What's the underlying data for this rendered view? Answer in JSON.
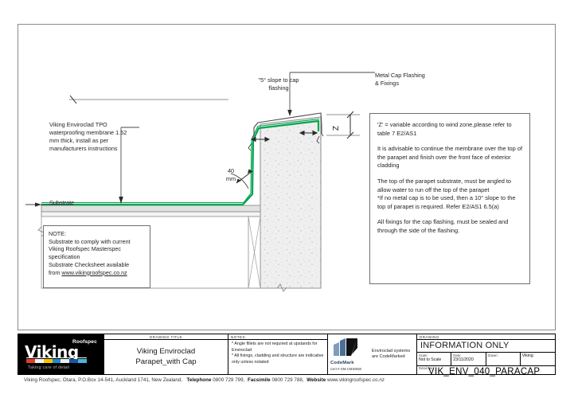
{
  "sheet": {
    "background": "#ffffff",
    "border_color": "#8a8a8a"
  },
  "labels": {
    "membrane": "Viking Enviroclad TPO\nwaterproofing membrane 1.52\nmm thick, install as per\nmanufacturers instructions",
    "substrate": "Substrate",
    "slope_to_cap": "\"5° slope to cap\nflashing",
    "metal_cap": "Metal Cap Flashing\n& Fixings",
    "dim_40": "40\nmm",
    "dim_z": "Z"
  },
  "note_box_left": {
    "title": "NOTE:",
    "line1": "Substrate to comply with current",
    "line2": "Viking Roofspec Masterspec",
    "line3": "specification",
    "line4": "Substrate Checksheet available",
    "line5_prefix": "from ",
    "link": "www.vikingroofspec.co.nz"
  },
  "right_notes": {
    "p1": "'Z' = variable according to wind zone,please refer to table 7 E2/AS1",
    "p2": "It is advisable to continue the membrane over the top of the parapet and finish over the front face of exterior cladding",
    "p3": "The top of the parapet substrate, must be angled to allow water to run off the top of the parapet",
    "p4": "*If no metal cap is to be used, then a 10° slope to the top of parapet is required. Refer E2/AS1 6.5(a)",
    "p5": "All fixings for the cap flashing, must be sealed and through the side of the flashing."
  },
  "title_block": {
    "logo": {
      "wordmark": "Viking",
      "superscript": "Roofspec",
      "tagline": "Taking care of detail",
      "bar_colors": [
        "#e8392c",
        "#f0f0f0",
        "#f5c400",
        "#1d8fc9",
        "#f0f0f0",
        "#1756a0",
        "#4db2e0"
      ]
    },
    "drawing_title": {
      "caption": "DRAWING TITLE",
      "line1": "Viking Enviroclad",
      "line2": "Parapet_with Cap"
    },
    "notes": {
      "caption": "NOTES:",
      "items": [
        "* Angle fillets are not required at upstands for Enviroclad",
        "* All fixings, cladding and structure are indicative only unless notated"
      ]
    },
    "codemark": {
      "wordmark": "CodeMark",
      "cert": "Cert # GM-CM30058",
      "text": "Enviroclad systems are CodeMarked"
    },
    "drawing": {
      "caption": "DRAWING",
      "status": "INFORMATION ONLY",
      "meta": [
        {
          "caption": "Scale:",
          "value": "Not to Scale"
        },
        {
          "caption": "Date:",
          "value": "23/11/2020"
        },
        {
          "caption": "Drawn:",
          "value": ""
        },
        {
          "caption": "",
          "value": "Viking"
        }
      ],
      "number_caption": "Detail No:",
      "number": "VIK_ENV_040_PARACAP"
    }
  },
  "footer": {
    "address": "Viking Roofspec, Otara, P.O.Box 14-541, Auckland 1741, New Zealand,",
    "telephone_label": "Telephone",
    "telephone": "0800 729 799,",
    "facsimile_label": "Facsimile",
    "facsimile": "0800 729 788,",
    "website_label": "Website",
    "website": "www.vikingroofspec.co.nz"
  },
  "drawing_colors": {
    "membrane_green": "#00a651",
    "line_gray": "#6f6f6f",
    "concrete_fill": "#efefef",
    "steel_fill": "#dcdcdc"
  }
}
